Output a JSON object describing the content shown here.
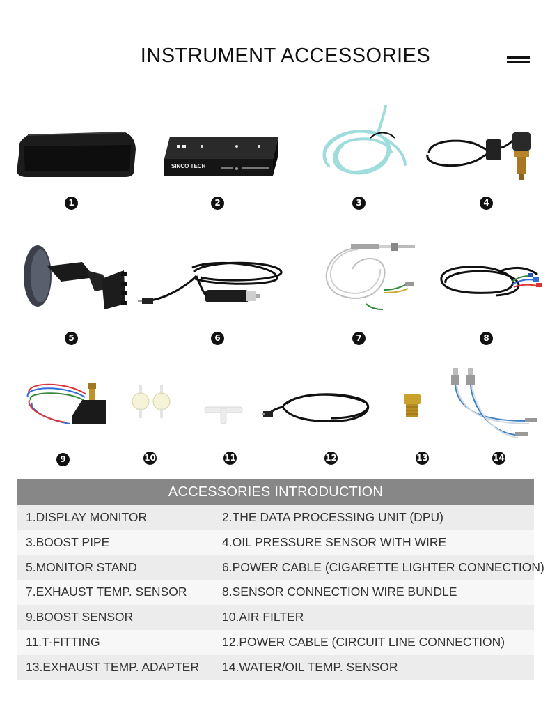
{
  "header": {
    "title": "INSTRUMENT ACCESSORIES",
    "menu_icon": "hamburger-menu-icon"
  },
  "items": [
    {
      "number": "1",
      "icon": "display-monitor-icon"
    },
    {
      "number": "2",
      "icon": "data-processing-unit-icon"
    },
    {
      "number": "3",
      "icon": "boost-pipe-icon"
    },
    {
      "number": "4",
      "icon": "oil-pressure-sensor-icon"
    },
    {
      "number": "5",
      "icon": "monitor-stand-icon"
    },
    {
      "number": "6",
      "icon": "power-cable-cigarette-icon"
    },
    {
      "number": "7",
      "icon": "exhaust-temp-sensor-icon"
    },
    {
      "number": "8",
      "icon": "wire-bundle-icon"
    },
    {
      "number": "9",
      "icon": "boost-sensor-icon"
    },
    {
      "number": "10",
      "icon": "air-filter-icon"
    },
    {
      "number": "11",
      "icon": "t-fitting-icon"
    },
    {
      "number": "12",
      "icon": "power-cable-circuit-icon"
    },
    {
      "number": "13",
      "icon": "exhaust-temp-adapter-icon"
    },
    {
      "number": "14",
      "icon": "water-oil-temp-sensor-icon"
    }
  ],
  "dpu_label": "SINCO TECH",
  "intro": {
    "title": "ACCESSORIES INTRODUCTION",
    "rows": [
      {
        "left": "1.DISPLAY MONITOR",
        "right": "2.THE DATA PROCESSING UNIT (DPU)"
      },
      {
        "left": "3.BOOST PIPE",
        "right": "4.OIL PRESSURE SENSOR WITH WIRE"
      },
      {
        "left": "5.MONITOR STAND",
        "right": "6.POWER CABLE (CIGARETTE LIGHTER CONNECTION)"
      },
      {
        "left": "7.EXHAUST TEMP. SENSOR",
        "right": "8.SENSOR CONNECTION WIRE BUNDLE"
      },
      {
        "left": "9.BOOST SENSOR",
        "right": "10.AIR FILTER"
      },
      {
        "left": "11.T-FITTING",
        "right": "12.POWER CABLE (CIRCUIT LINE CONNECTION)"
      },
      {
        "left": "13.EXHAUST TEMP. ADAPTER",
        "right": "14.WATER/OIL TEMP. SENSOR"
      }
    ]
  }
}
